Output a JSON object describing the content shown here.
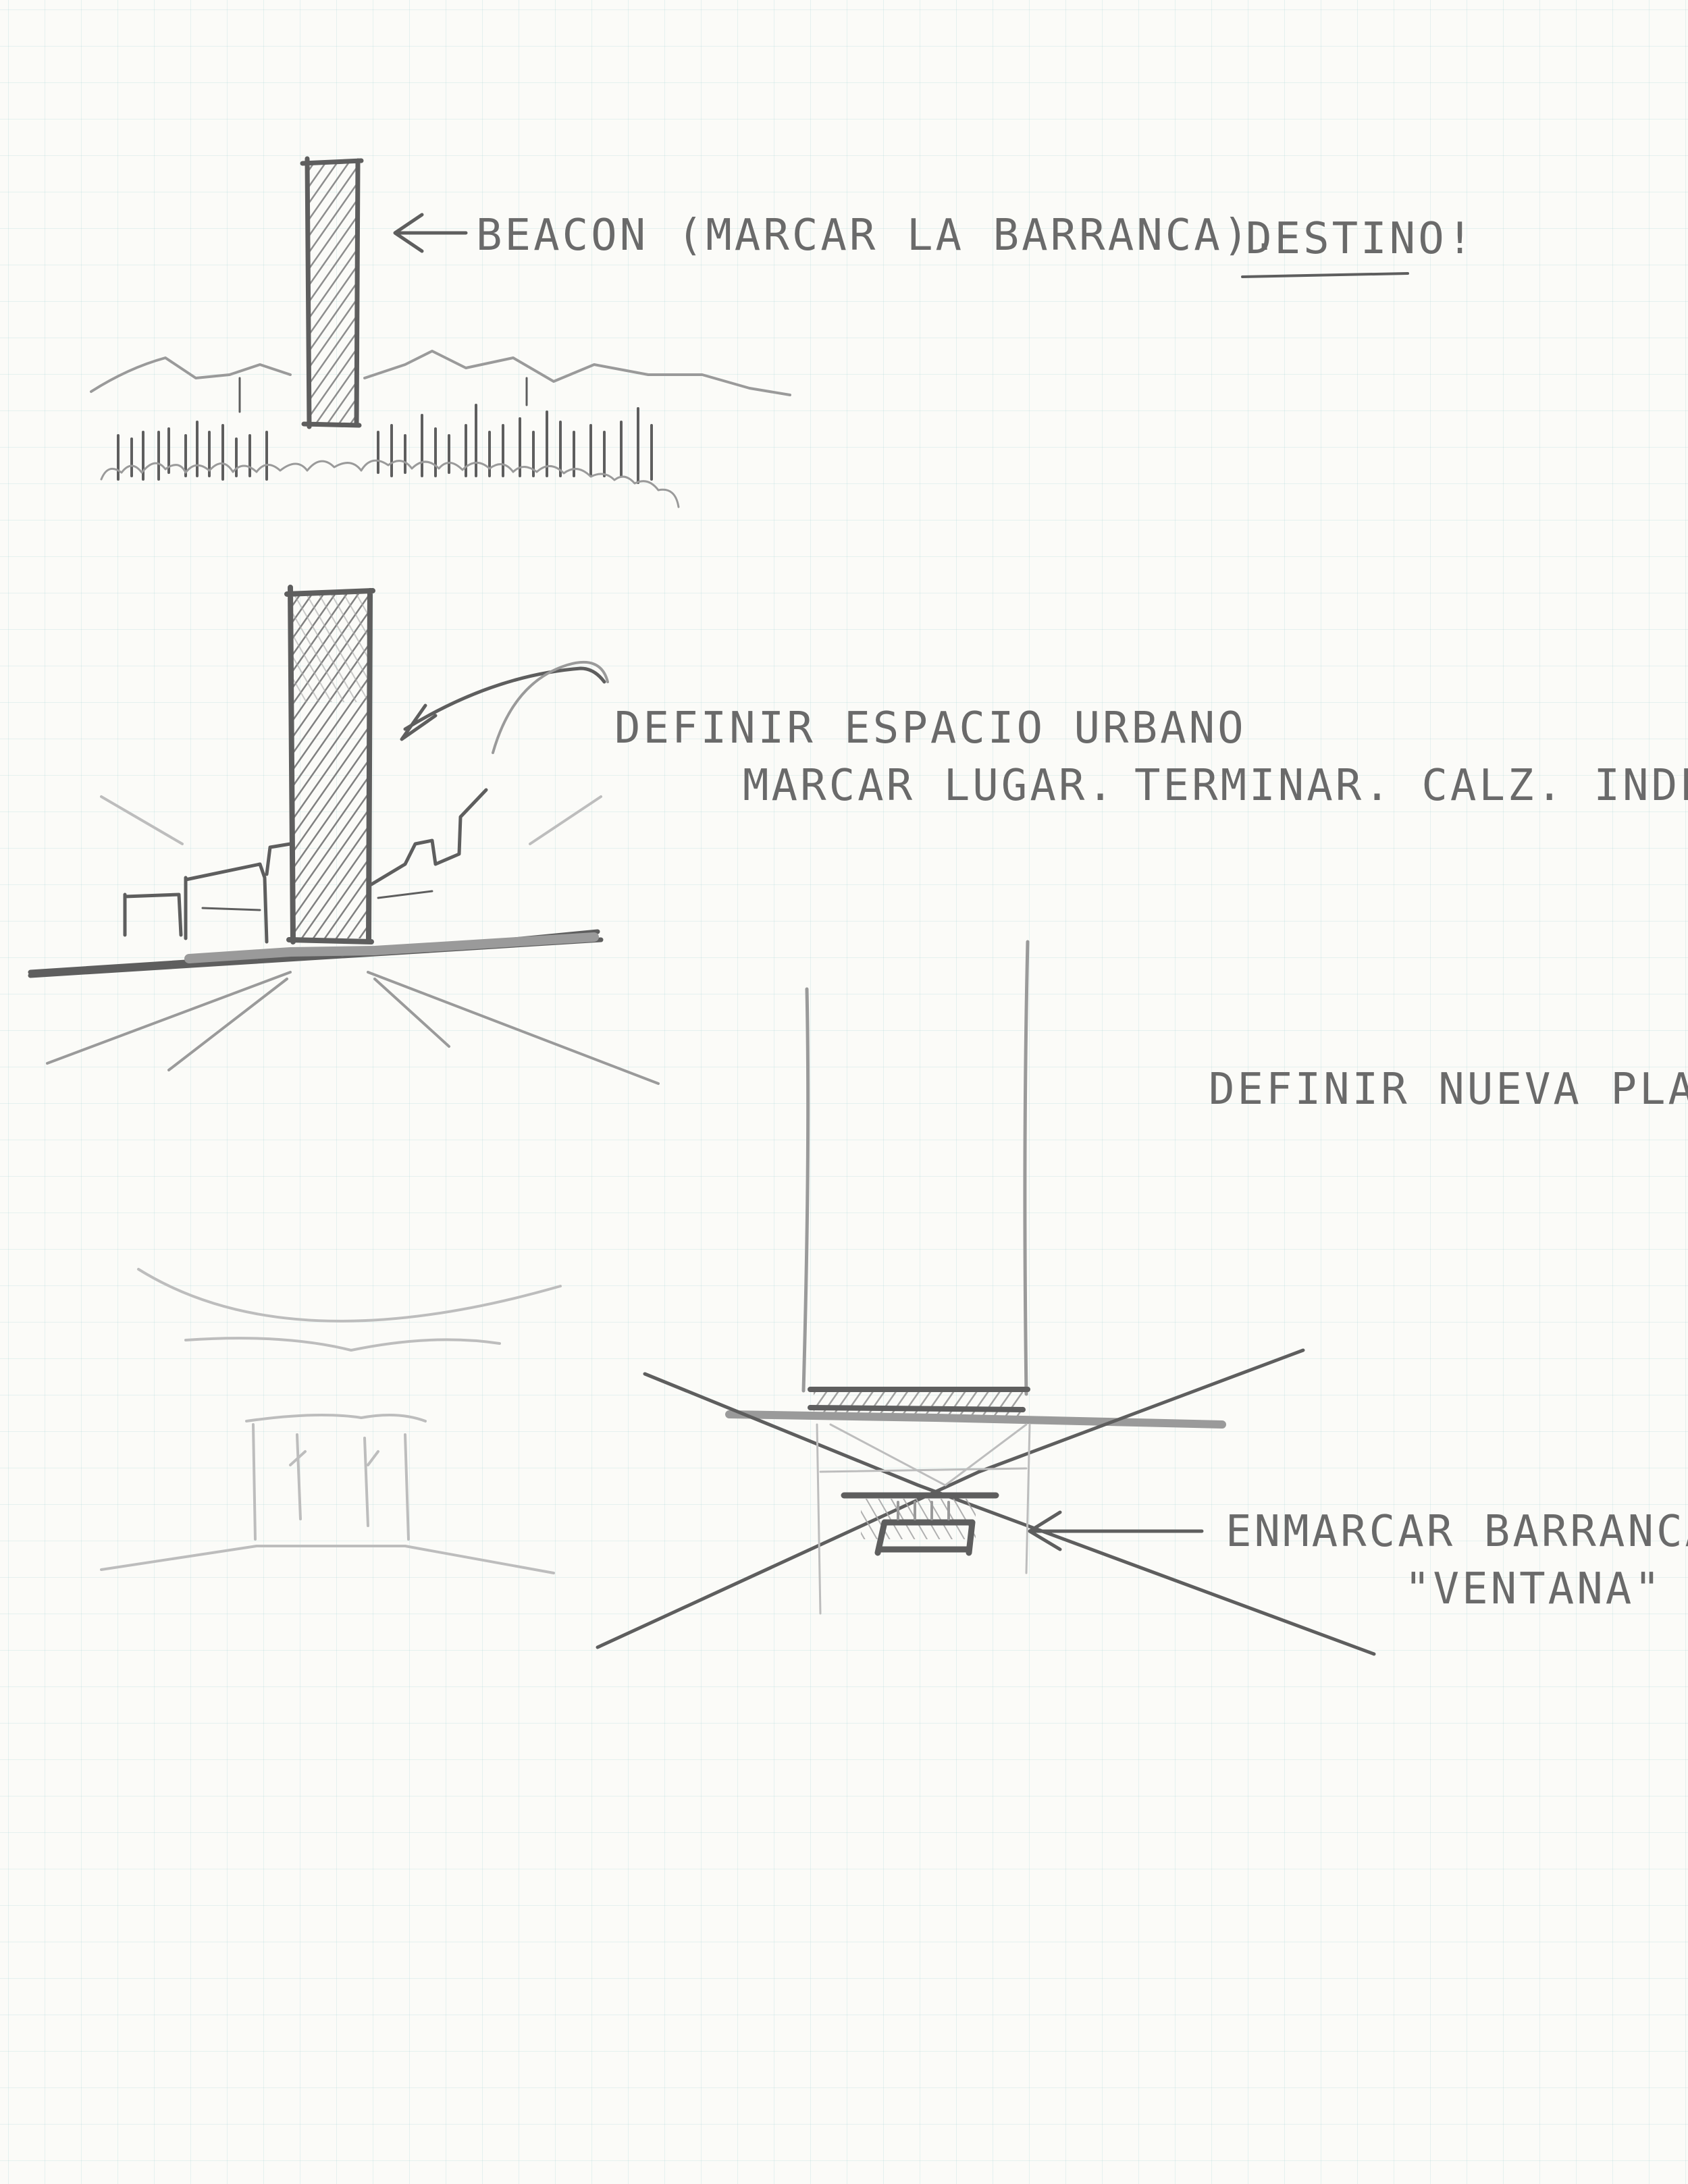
{
  "notes": {
    "beacon": "BEACON (MARCAR LA BARRANCA).",
    "destino": "DESTINO!",
    "definir_espacio": "DEFINIR ESPACIO URBANO",
    "marcar_lugar": "MARCAR LUGAR.",
    "terminar": "TERMINAR. CALZ. INDEP.",
    "definir_plaza": "DEFINIR NUEVA PLAZA",
    "enmarcar": "ENMARCAR BARRANCA",
    "ventana": "\"VENTANA\""
  },
  "colors": {
    "paper": "#fbfbf8",
    "grid": "#96cdcd",
    "graphite": "#5e5e5e"
  }
}
